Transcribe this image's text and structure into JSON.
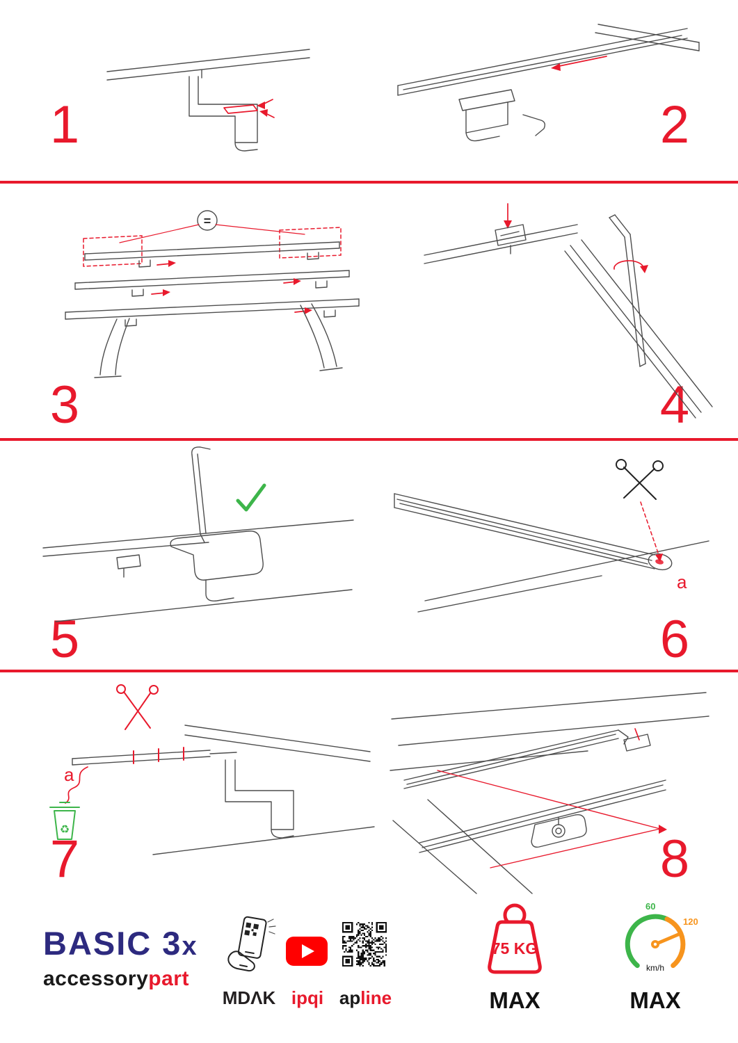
{
  "document": {
    "type": "roof-bars-mounting-instructions"
  },
  "steps": [
    {
      "number": "1"
    },
    {
      "number": "2"
    },
    {
      "number": "3"
    },
    {
      "number": "4"
    },
    {
      "number": "5"
    },
    {
      "number": "6"
    },
    {
      "number": "7"
    },
    {
      "number": "8"
    }
  ],
  "annotations": {
    "equal": "=",
    "step6_label": "a",
    "step7_label": "a",
    "recycle": "♻"
  },
  "footer": {
    "product_main": "BASIC 3",
    "product_x": "x",
    "brand_black": "accessory",
    "brand_red": "part",
    "app_label": "MDΛK",
    "video_label": "ipqi",
    "qr_black": "ap",
    "qr_red": "line",
    "weight_value": "75 KG",
    "weight_max": "MAX",
    "speed_low": "60",
    "speed_high": "120",
    "speed_unit": "km/h",
    "speed_max": "MAX"
  },
  "colors": {
    "accent_red": "#e8192c",
    "brand_blue": "#2d2a7f",
    "check_green": "#3db54a",
    "gauge_orange": "#f7941d",
    "youtube_red": "#ff0000",
    "sketch_ink": "#4d4d4d"
  }
}
